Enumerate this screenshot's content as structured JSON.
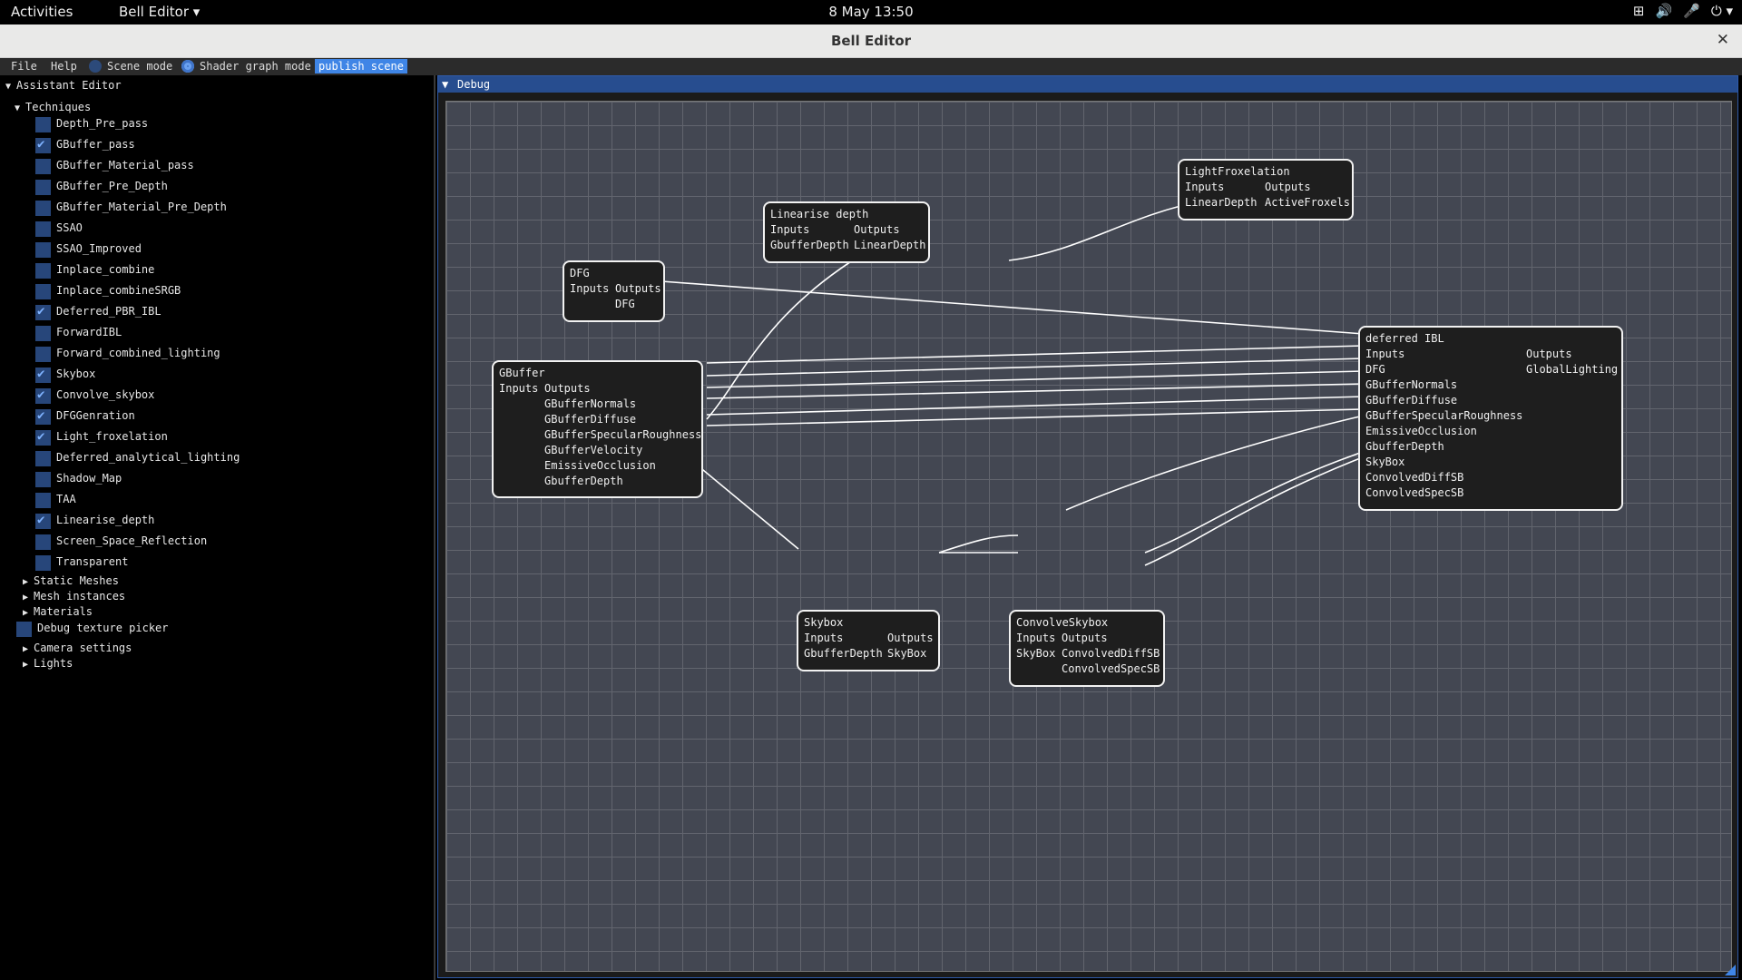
{
  "topbar": {
    "activities": "Activities",
    "app_menu": "Bell Editor ▾",
    "clock": "8 May  13:50",
    "tray_icons": [
      "network-icon",
      "volume-icon",
      "mic-icon",
      "power-icon"
    ]
  },
  "window": {
    "title": "Bell Editor",
    "close": "✕"
  },
  "menu": {
    "file": "File",
    "help": "Help",
    "scene_mode": "Scene mode",
    "shader_mode": "Shader graph mode",
    "publish": "publish scene"
  },
  "left": {
    "header": "Assistant Editor",
    "techniques_label": "Techniques",
    "techniques": [
      {
        "label": "Depth_Pre_pass",
        "checked": false
      },
      {
        "label": "GBuffer_pass",
        "checked": true
      },
      {
        "label": "GBuffer_Material_pass",
        "checked": false
      },
      {
        "label": "GBuffer_Pre_Depth",
        "checked": false
      },
      {
        "label": "GBuffer_Material_Pre_Depth",
        "checked": false
      },
      {
        "label": "SSAO",
        "checked": false
      },
      {
        "label": "SSAO_Improved",
        "checked": false
      },
      {
        "label": "Inplace_combine",
        "checked": false
      },
      {
        "label": "Inplace_combineSRGB",
        "checked": false
      },
      {
        "label": "Deferred_PBR_IBL",
        "checked": true
      },
      {
        "label": "ForwardIBL",
        "checked": false
      },
      {
        "label": "Forward_combined_lighting",
        "checked": false
      },
      {
        "label": "Skybox",
        "checked": true
      },
      {
        "label": "Convolve_skybox",
        "checked": true
      },
      {
        "label": "DFGGenration",
        "checked": true
      },
      {
        "label": "Light_froxelation",
        "checked": true
      },
      {
        "label": "Deferred_analytical_lighting",
        "checked": false
      },
      {
        "label": "Shadow_Map",
        "checked": false
      },
      {
        "label": "TAA",
        "checked": false
      },
      {
        "label": "Linearise_depth",
        "checked": true
      },
      {
        "label": "Screen_Space_Reflection",
        "checked": false
      },
      {
        "label": "Transparent",
        "checked": false
      }
    ],
    "static_meshes": "Static Meshes",
    "mesh_instances": "Mesh instances",
    "materials": "Materials",
    "debug_picker": "Debug texture picker",
    "camera_settings": "Camera settings",
    "lights": "Lights"
  },
  "debug": {
    "header": "Debug",
    "nodes": {
      "lightfrox": {
        "title": "LightFroxelation",
        "inputs": "Inputs",
        "outputs": "Outputs",
        "in1": "LinearDepth",
        "out1": "ActiveFroxels"
      },
      "lindepth": {
        "title": "Linearise depth",
        "inputs": "Inputs",
        "outputs": "Outputs",
        "in1": "GbufferDepth",
        "out1": "LinearDepth"
      },
      "dfg": {
        "title": "DFG",
        "inputs": "Inputs",
        "outputs": "Outputs",
        "out1": "DFG"
      },
      "gbuffer": {
        "title": "GBuffer",
        "inputs": "Inputs",
        "outputs": "Outputs",
        "outs": [
          "GBufferNormals",
          "GBufferDiffuse",
          "GBufferSpecularRoughness",
          "GBufferVelocity",
          "EmissiveOcclusion",
          "GbufferDepth"
        ]
      },
      "ibl": {
        "title": "deferred IBL",
        "inputs": "Inputs",
        "outputs": "Outputs",
        "out1": "GlobalLighting",
        "ins": [
          "DFG",
          "GBufferNormals",
          "GBufferDiffuse",
          "GBufferSpecularRoughness",
          "EmissiveOcclusion",
          "GbufferDepth",
          "SkyBox",
          "ConvolvedDiffSB",
          "ConvolvedSpecSB"
        ]
      },
      "skybox": {
        "title": "Skybox",
        "inputs": "Inputs",
        "outputs": "Outputs",
        "in1": "GbufferDepth",
        "out1": "SkyBox"
      },
      "convolve": {
        "title": "ConvolveSkybox",
        "inputs": "Inputs",
        "outputs": "Outputs",
        "in1": "SkyBox",
        "out1": "ConvolvedDiffSB",
        "out2": "ConvolvedSpecSB"
      }
    }
  }
}
